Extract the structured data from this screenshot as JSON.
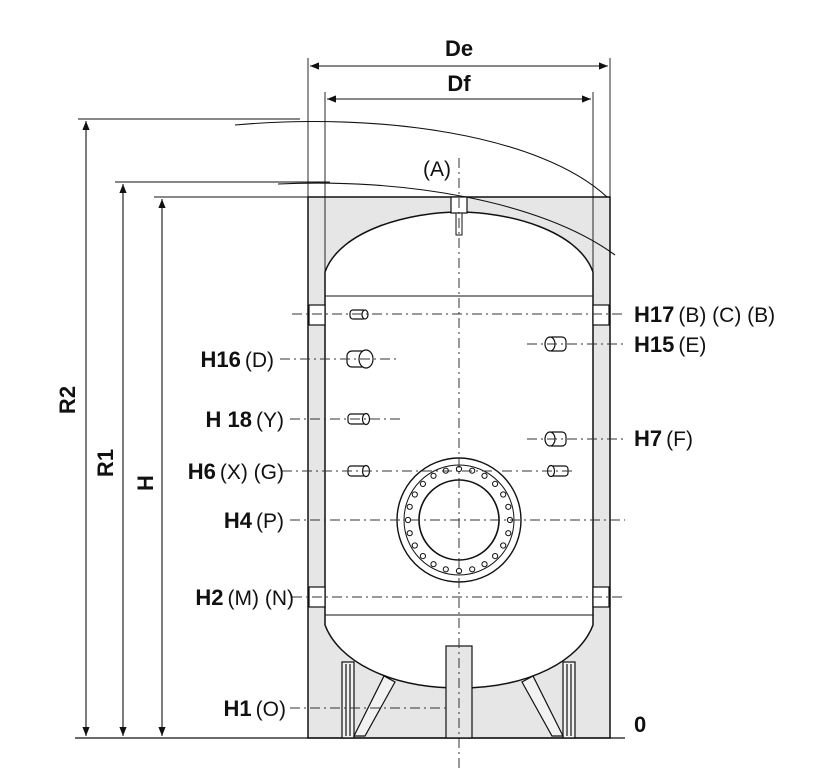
{
  "dimensions": {
    "de": "De",
    "df": "Df",
    "r2": "R2",
    "r1": "R1",
    "h": "H"
  },
  "top_connection": "(A)",
  "zero_label": "0",
  "connections": [
    {
      "code": "H17",
      "ports": "(B) (C) (B)"
    },
    {
      "code": "H15",
      "ports": "(E)"
    },
    {
      "code": "H16",
      "ports": "(D)"
    },
    {
      "code": "H 18",
      "ports": "(Y)"
    },
    {
      "code": "H7",
      "ports": "(F)"
    },
    {
      "code": "H6",
      "ports": "(X) (G)"
    },
    {
      "code": "H4",
      "ports": "(P)"
    },
    {
      "code": "H2",
      "ports": "(M) (N)"
    },
    {
      "code": "H1",
      "ports": "(O)"
    }
  ],
  "colors": {
    "insulation": "#e6e6e6",
    "line": "#111111"
  }
}
